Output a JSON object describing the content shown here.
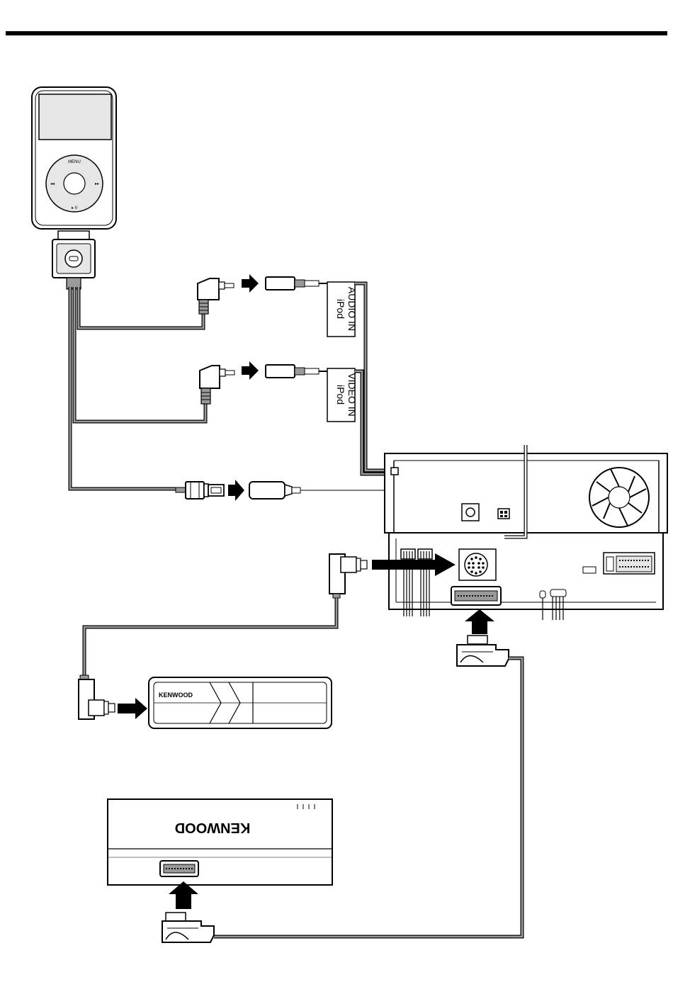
{
  "labels": {
    "audio_in_1": "iPod",
    "audio_in_2": "AUDIO IN",
    "video_in_1": "iPod",
    "video_in_2": "VIDEO IN"
  },
  "ipod": {
    "menu": "MENU",
    "prev": "◂◂",
    "next": "▸▸",
    "play": "▸ II"
  },
  "changer": {
    "brand": "KENWOOD"
  },
  "tuner": {
    "brand": "KENWOOD"
  },
  "colors": {
    "line": "#000000",
    "cable": "#9a9a9a",
    "screen": "#e6e6e6"
  }
}
